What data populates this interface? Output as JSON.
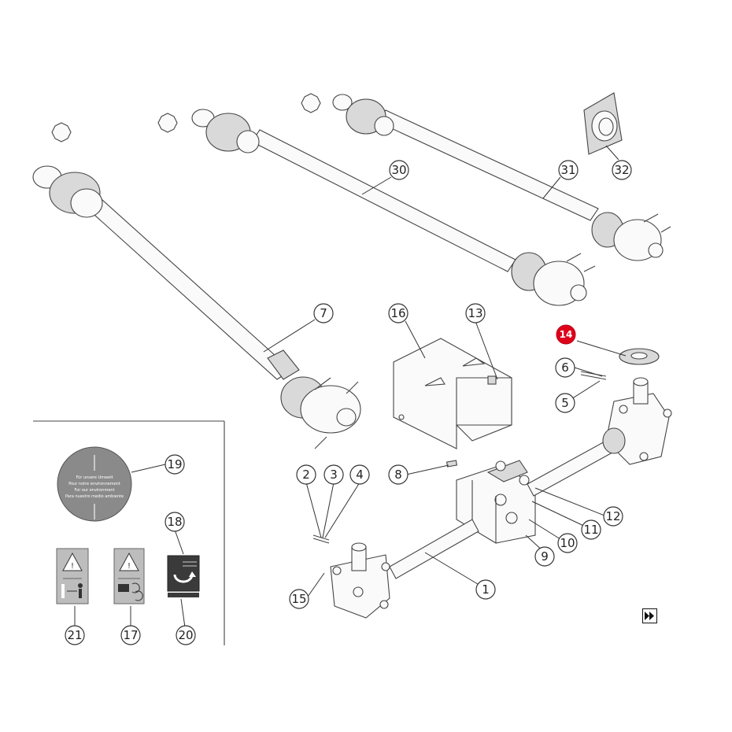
{
  "callouts": [
    {
      "id": "c1",
      "label": "1"
    },
    {
      "id": "c2",
      "label": "2"
    },
    {
      "id": "c3",
      "label": "3"
    },
    {
      "id": "c4",
      "label": "4"
    },
    {
      "id": "c5",
      "label": "5"
    },
    {
      "id": "c6",
      "label": "6"
    },
    {
      "id": "c7",
      "label": "7"
    },
    {
      "id": "c8",
      "label": "8"
    },
    {
      "id": "c9",
      "label": "9"
    },
    {
      "id": "c10",
      "label": "10"
    },
    {
      "id": "c11",
      "label": "11"
    },
    {
      "id": "c12",
      "label": "12"
    },
    {
      "id": "c13",
      "label": "13"
    },
    {
      "id": "c14",
      "label": "14",
      "highlighted": true
    },
    {
      "id": "c15",
      "label": "15"
    },
    {
      "id": "c16",
      "label": "16"
    },
    {
      "id": "c17",
      "label": "17"
    },
    {
      "id": "c18",
      "label": "18"
    },
    {
      "id": "c19",
      "label": "19"
    },
    {
      "id": "c20",
      "label": "20"
    },
    {
      "id": "c21",
      "label": "21"
    },
    {
      "id": "c30",
      "label": "30"
    },
    {
      "id": "c31",
      "label": "31"
    },
    {
      "id": "c32",
      "label": "32"
    }
  ],
  "labels": {
    "round_decal_lines": [
      "Für unsere Umwelt",
      "Pour notre environnement",
      "For our environment",
      "Para nuestro medio ambiente"
    ]
  },
  "colors": {
    "highlight": "#e0001a",
    "line": "#444444",
    "decal_gray": "#8a8a8a"
  },
  "navigation": {
    "next_icon": "fast-forward-icon"
  }
}
